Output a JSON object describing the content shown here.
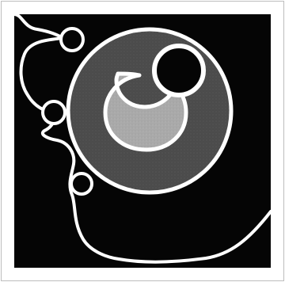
{
  "diagram": {
    "colors": {
      "outer_background": "#ffffff",
      "panel_background": "#000000",
      "stroke": "#ffffff",
      "dark_gray_fill": "#525252",
      "light_gray_fill": "#a8a8a8"
    },
    "elements": [
      "outer-frame",
      "black-panel",
      "large-gray-circle",
      "crescent-shape",
      "overlapping-white-circle",
      "small-circle-top",
      "small-circle-middle-left",
      "small-circle-bottom-left",
      "wavy-white-line"
    ]
  }
}
